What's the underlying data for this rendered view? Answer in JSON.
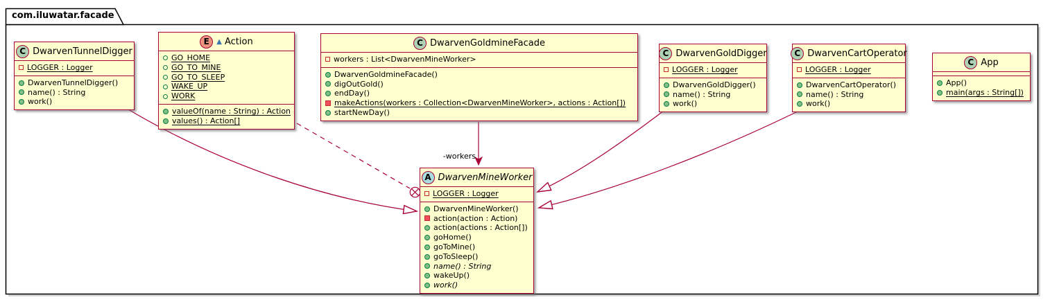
{
  "package_title": "com.iluwatar.facade",
  "colors": {
    "class_background": "#FEFECE",
    "border_and_lines": "#A80036",
    "class_circle": "#ADD1B2",
    "enum_circle": "#EB937F",
    "abstract_circle": "#A9DCDF",
    "public_member_green": "#84BE84",
    "private_member_red": "#F24D5C",
    "static_nested_marker_blue": "#3A77AD"
  },
  "classes": {
    "tunnel_digger": {
      "stereotype_letter": "C",
      "name": "DwarvenTunnelDigger",
      "fields": [
        "LOGGER : Logger"
      ],
      "methods": [
        "DwarvenTunnelDigger()",
        "name() : String",
        "work()"
      ]
    },
    "action_enum": {
      "stereotype_letter": "E",
      "static_marker": "▲",
      "name": "Action",
      "constants": [
        "GO_HOME",
        "GO_TO_MINE",
        "GO_TO_SLEEP",
        "WAKE_UP",
        "WORK"
      ],
      "methods": [
        "valueOf(name : String) : Action",
        "values() : Action[]"
      ]
    },
    "goldmine_facade": {
      "stereotype_letter": "C",
      "name": "DwarvenGoldmineFacade",
      "fields": [
        "workers : List<DwarvenMineWorker>"
      ],
      "methods": [
        "DwarvenGoldmineFacade()",
        "digOutGold()",
        "endDay()",
        "makeActions(workers : Collection<DwarvenMineWorker>, actions : Action[])",
        "startNewDay()"
      ]
    },
    "gold_digger": {
      "stereotype_letter": "C",
      "name": "DwarvenGoldDigger",
      "fields": [
        "LOGGER : Logger"
      ],
      "methods": [
        "DwarvenGoldDigger()",
        "name() : String",
        "work()"
      ]
    },
    "cart_operator": {
      "stereotype_letter": "C",
      "name": "DwarvenCartOperator",
      "fields": [
        "LOGGER : Logger"
      ],
      "methods": [
        "DwarvenCartOperator()",
        "name() : String",
        "work()"
      ]
    },
    "app": {
      "stereotype_letter": "C",
      "name": "App",
      "fields": [],
      "methods": [
        "App()",
        "main(args : String[])"
      ]
    },
    "mine_worker": {
      "stereotype_letter": "A",
      "name": "DwarvenMineWorker",
      "fields": [
        "LOGGER : Logger"
      ],
      "methods": [
        "DwarvenMineWorker()",
        "action(action : Action)",
        "action(actions : Action[])",
        "goHome()",
        "goToMine()",
        "goToSleep()",
        "name() : String",
        "wakeUp()",
        "work()"
      ]
    }
  },
  "edges": {
    "workers_label": "-workers"
  }
}
